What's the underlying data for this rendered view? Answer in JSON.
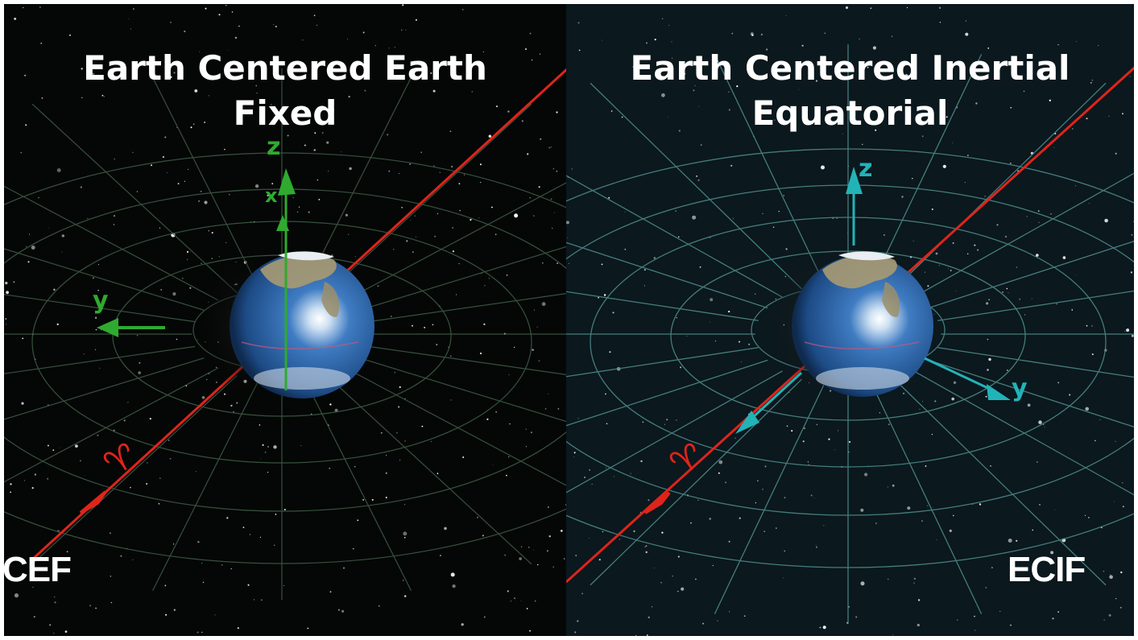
{
  "left_panel": {
    "title_line1": "Earth Centered Earth",
    "title_line2": "Fixed",
    "corner_label": "CEF",
    "axis_labels": {
      "z": "z",
      "x": "x",
      "y": "y",
      "vernal_equinox": "♈"
    },
    "colors": {
      "background": "#050706",
      "grid": "#3d5a45",
      "axes": "#2faa2f",
      "equinox_line": "#e0241b"
    }
  },
  "right_panel": {
    "title_line1": "Earth Centered Inertial",
    "title_line2": "Equatorial",
    "corner_label": "ECIF",
    "axis_labels": {
      "z": "z",
      "y": "y",
      "vernal_equinox": "♈"
    },
    "colors": {
      "background": "#0b181d",
      "grid": "#4f8f8f",
      "axes": "#22b3b8",
      "equinox_line": "#e0241b"
    }
  },
  "earth": {
    "ocean": "#2c64a8",
    "land": "#a89a72",
    "ice": "#e8eef2"
  }
}
